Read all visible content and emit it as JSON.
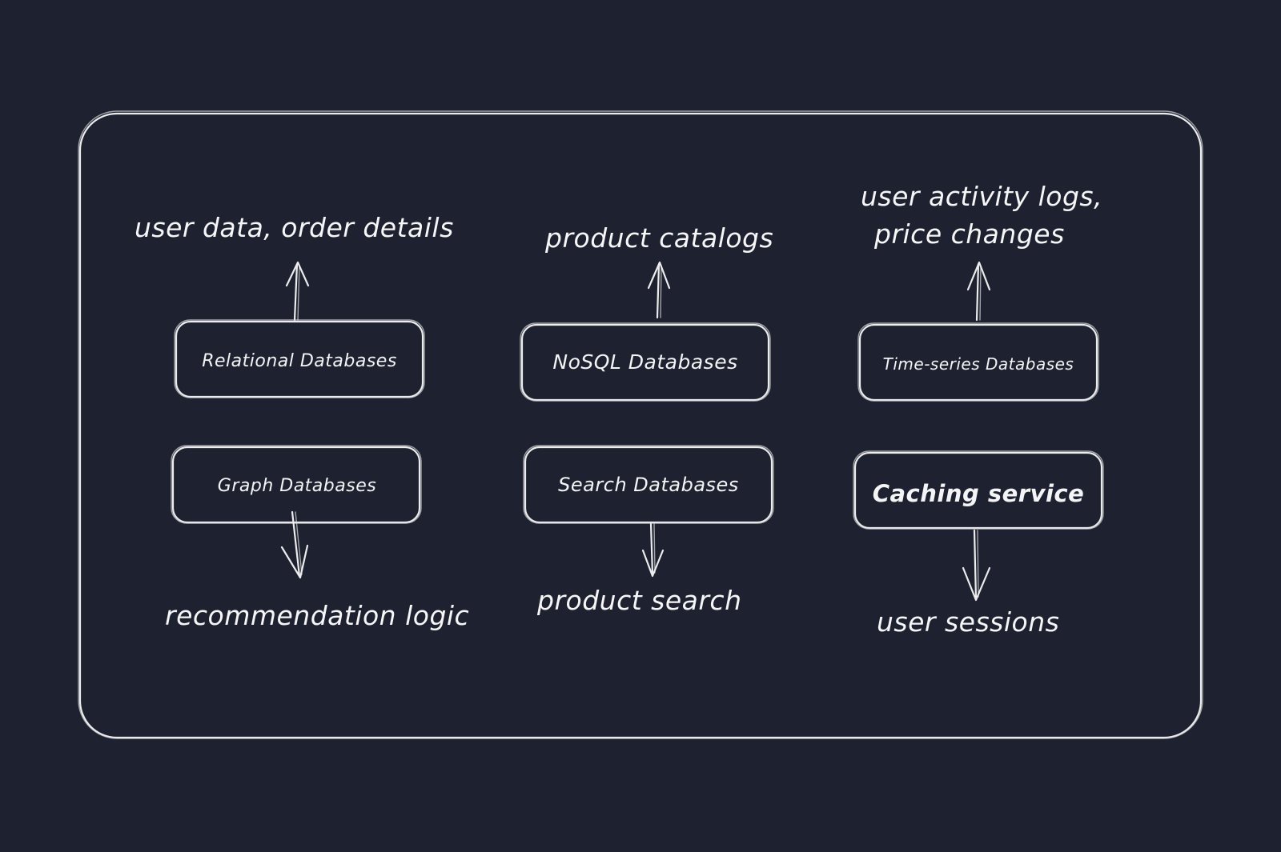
{
  "diagram": {
    "nodes": {
      "relational": "Relational Databases",
      "nosql": "NoSQL Databases",
      "timeseries": "Time-series Databases",
      "graph": "Graph Databases",
      "search": "Search Databases",
      "caching": "Caching service"
    },
    "uses": {
      "relational": "user data, order details",
      "nosql": "product catalogs",
      "timeseries_line1": "user activity logs,",
      "timeseries_line2": "price changes",
      "graph": "recommendation logic",
      "search": "product search",
      "caching": "user sessions"
    },
    "colors": {
      "background": "#1e2230",
      "stroke": "#ececec",
      "text": "#f4f4f4"
    }
  }
}
